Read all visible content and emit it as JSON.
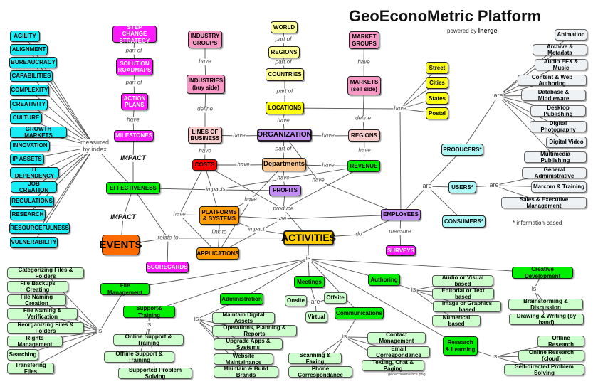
{
  "header": {
    "title": "GeoEconoMetric Platform",
    "powered_prefix": "powered by",
    "powered_brand": "Inerge"
  },
  "note": "* information-based",
  "file_name": "geoeconometrics.png",
  "nodes": {
    "agility": "AGILITY",
    "alignment": "ALIGNMENT",
    "bureaucracy": "BUREAUCRACY",
    "capabilities": "CAPABILITIES",
    "complexity": "COMPLEXITY",
    "creativity": "CREATIVITY",
    "culture": "CULTURE",
    "growth": "GROWTH MARKETS",
    "innovation": "INNOVATION",
    "ipassets": "IP ASSETS",
    "itdep": "IT DEPENDENCY",
    "jobcreation": "JOB CREATION",
    "regulations": "REGULATIONS",
    "research": "RESEARCH",
    "resourceful": "RESOURCEFULNESS",
    "vulnerability": "VULNERABILITY",
    "step": "STEP CHANGE\nSTRATEGY",
    "solution": "SOLUTION\nROADMAPS",
    "action": "ACTION\nPLANS",
    "milestones": "MILESTONES",
    "effect": "EFFECTIVENESS",
    "events": "EVENTS",
    "scorecards": "SCORECARDS",
    "indgroups": "INDUSTRY\nGROUPS",
    "industries": "INDUSTRIES\n(buy side)",
    "lob": "LINES OF\nBUSINESS",
    "costs": "COSTS",
    "dept": "Departments",
    "revenue": "REVENUE",
    "world": "WORLD",
    "regions1": "REGIONS",
    "countries": "COUNTRIES",
    "locations": "LOCATIONS",
    "org": "ORGANIZATION",
    "regions2": "REGIONS",
    "mktgroups": "MARKET\nGROUPS",
    "markets": "MARKETS\n(sell side)",
    "street": "Street",
    "cities": "Cities",
    "states": "States",
    "postal": "Postal",
    "profits": "PROFITS",
    "platforms": "PLATFORMS\n& SYSTEMS",
    "apps": "APPLICATIONS",
    "activities": "ACTIVITIES",
    "employees": "EMPLOYEES",
    "surveys": "SURVEYS",
    "producers": "PRODUCERS*",
    "users": "USERS*",
    "consumers": "CONSUMERS*",
    "animation": "Animation",
    "archive": "Archive & Metadata",
    "audioefx": "Audio EFX & Music",
    "content": "Content & Web Authoring",
    "database": "Database & Middleware",
    "desktop": "Desktop Publishing",
    "photo": "Digital Photography",
    "video": "Digital Video",
    "multimedia": "Multimedia Publishing",
    "genadmin": "General Administrative",
    "marcom": "Marcom & Training",
    "sales": "Sales & Executive Management",
    "filemgmt": "File Management",
    "support": "Support& Training",
    "admin": "Administration",
    "meetings": "Meetings",
    "authoring": "Authoring",
    "comms": "Communications",
    "creative": "Creative Development",
    "reslearn": "Research\n& Learning",
    "cat": "Categorizing Files & Folders",
    "backups": "File Backups Creating",
    "naming": "File Naming Creation",
    "namingver": "File Naming & Verification",
    "reorg": "Reorganizing Files & Folders",
    "rights": "Rights Management",
    "searching": "Searching",
    "transfer": "Transfering Files",
    "onlinesup": "Online Support & Training",
    "offlinesup": "Offline Support & Training",
    "probsolve": "Supported Problem Solving",
    "maintassets": "Maintain Digital Assets",
    "ops": "Operations, Planning & Reports",
    "upgrade": "Upgrade Apps & Systems",
    "website": "Website Maintainance",
    "brands": "Maintain & Build Brands",
    "onsite": "Onsite",
    "offsite": "Offsite",
    "virtual": "Virtual",
    "audiovis": "Audio or Visual based",
    "editorial": "Editorial or Text based",
    "imagegfx": "Image or Graphics based",
    "numerical": "Numerical based",
    "brainstorm": "Brainstorming & Discussion",
    "drawing": "Drawing & Writing (by hand)",
    "contact": "Contact Management",
    "email": "Email Correspondance",
    "texting": "Texting, Chat & Paging",
    "scanning": "Scanning & Faxing",
    "phone": "Phone Correspondance",
    "offres": "Offline Research",
    "onres": "Online Research (cloud)",
    "selfdir": "Self-directed Problem Solving"
  },
  "labels": {
    "mbi": "measured\nby index",
    "po1": "part of",
    "po2": "part of",
    "hv1": "have",
    "imp1": "IMPACT",
    "imp2": "IMPACT",
    "rel": "relate to",
    "hv2": "have",
    "def1": "define",
    "hv3": "have",
    "hv4": "have",
    "hv5": "have",
    "hv6": "have",
    "po3": "part of",
    "po4": "part of",
    "po5": "part of",
    "hv7": "have",
    "hv8": "have",
    "po6": "part of",
    "hv9": "have",
    "hv10": "have",
    "def2": "define",
    "hv11": "have",
    "impacts": "impacts",
    "hv12": "have",
    "hv13": "have",
    "hv14": "have",
    "hv15": "have",
    "produce": "produce",
    "use": "use",
    "link": "link to",
    "impact": "impact",
    "do": "do",
    "meas": "measure",
    "are1": "are",
    "are2": "are",
    "are3": "are",
    "is0": "is",
    "is1": "is",
    "is2": "is",
    "is3": "is",
    "are4": "are",
    "is4": "is",
    "is5": "is",
    "is6": "is",
    "is7": "is"
  },
  "colors": {
    "cyan": "#19ecf5",
    "magenta": "#ff19ff",
    "green": "#00ee00",
    "orange": "#ff9c00",
    "purple": "#c28ef3",
    "light_green": "#ccffcc"
  }
}
